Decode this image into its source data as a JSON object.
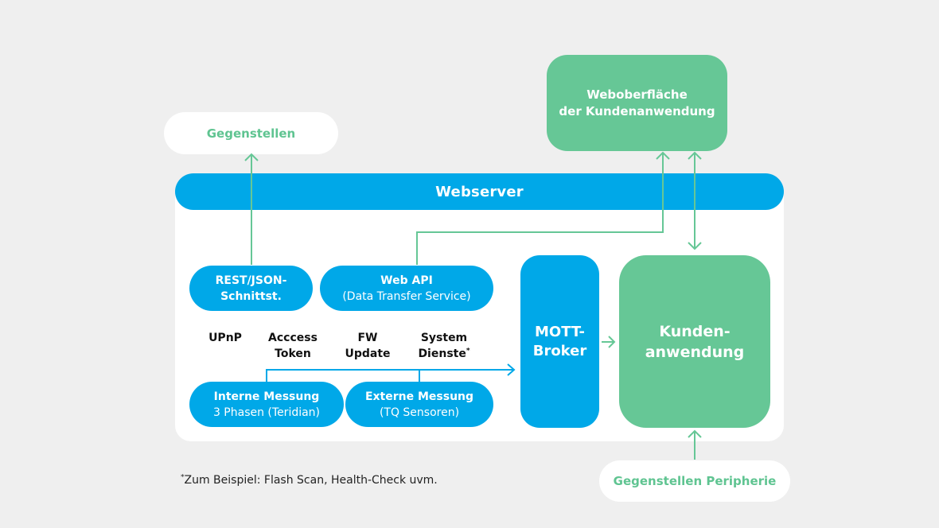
{
  "diagram": {
    "colors": {
      "background": "#efefef",
      "blue": "#00a8e8",
      "green": "#66c796",
      "green_text": "#5fc491",
      "white": "#ffffff"
    },
    "external": {
      "gegenstellen": "Gegenstellen",
      "gegenstellen_peripherie": "Gegenstellen Peripherie",
      "weboberflaeche": {
        "line1": "Weboberfläche",
        "line2": "der Kundenanwendung"
      }
    },
    "webserver": {
      "title": "Webserver",
      "rest": {
        "line1": "REST/JSON-",
        "line2": "Schnittst."
      },
      "webapi": {
        "line1": "Web API",
        "line2": "(Data Transfer Service)"
      },
      "services": [
        {
          "line1": "UPnP",
          "line2": ""
        },
        {
          "line1": "Acccess",
          "line2": "Token"
        },
        {
          "line1": "FW",
          "line2": "Update"
        },
        {
          "line1": "System",
          "line2": "Dienste",
          "marker": "*"
        }
      ],
      "interne": {
        "line1": "Interne Messung",
        "line2": "3 Phasen (Teridian)"
      },
      "externe": {
        "line1": "Externe Messung",
        "line2": "(TQ Sensoren)"
      },
      "broker": {
        "line1": "MOTT-",
        "line2": "Broker"
      },
      "kunden": {
        "line1": "Kunden-",
        "line2": "anwendung"
      }
    },
    "footnote": {
      "marker": "*",
      "text": "Zum Beispiel: Flash Scan, Health-Check uvm."
    },
    "connections": [
      {
        "from": "REST/JSON-Schnittst.",
        "to": "Gegenstellen",
        "type": "arrow"
      },
      {
        "from": "Web API",
        "to": "Weboberfläche der Kundenanwendung",
        "type": "arrow"
      },
      {
        "from": "Kundenanwendung",
        "to": "Weboberfläche der Kundenanwendung",
        "type": "bidirectional"
      },
      {
        "from": "Interne Messung",
        "to": "MOTT-Broker",
        "type": "arrow"
      },
      {
        "from": "Externe Messung",
        "to": "MOTT-Broker",
        "type": "arrow"
      },
      {
        "from": "MOTT-Broker",
        "to": "Kundenanwendung",
        "type": "arrow"
      },
      {
        "from": "Gegenstellen Peripherie",
        "to": "Kundenanwendung",
        "type": "arrow"
      }
    ]
  }
}
